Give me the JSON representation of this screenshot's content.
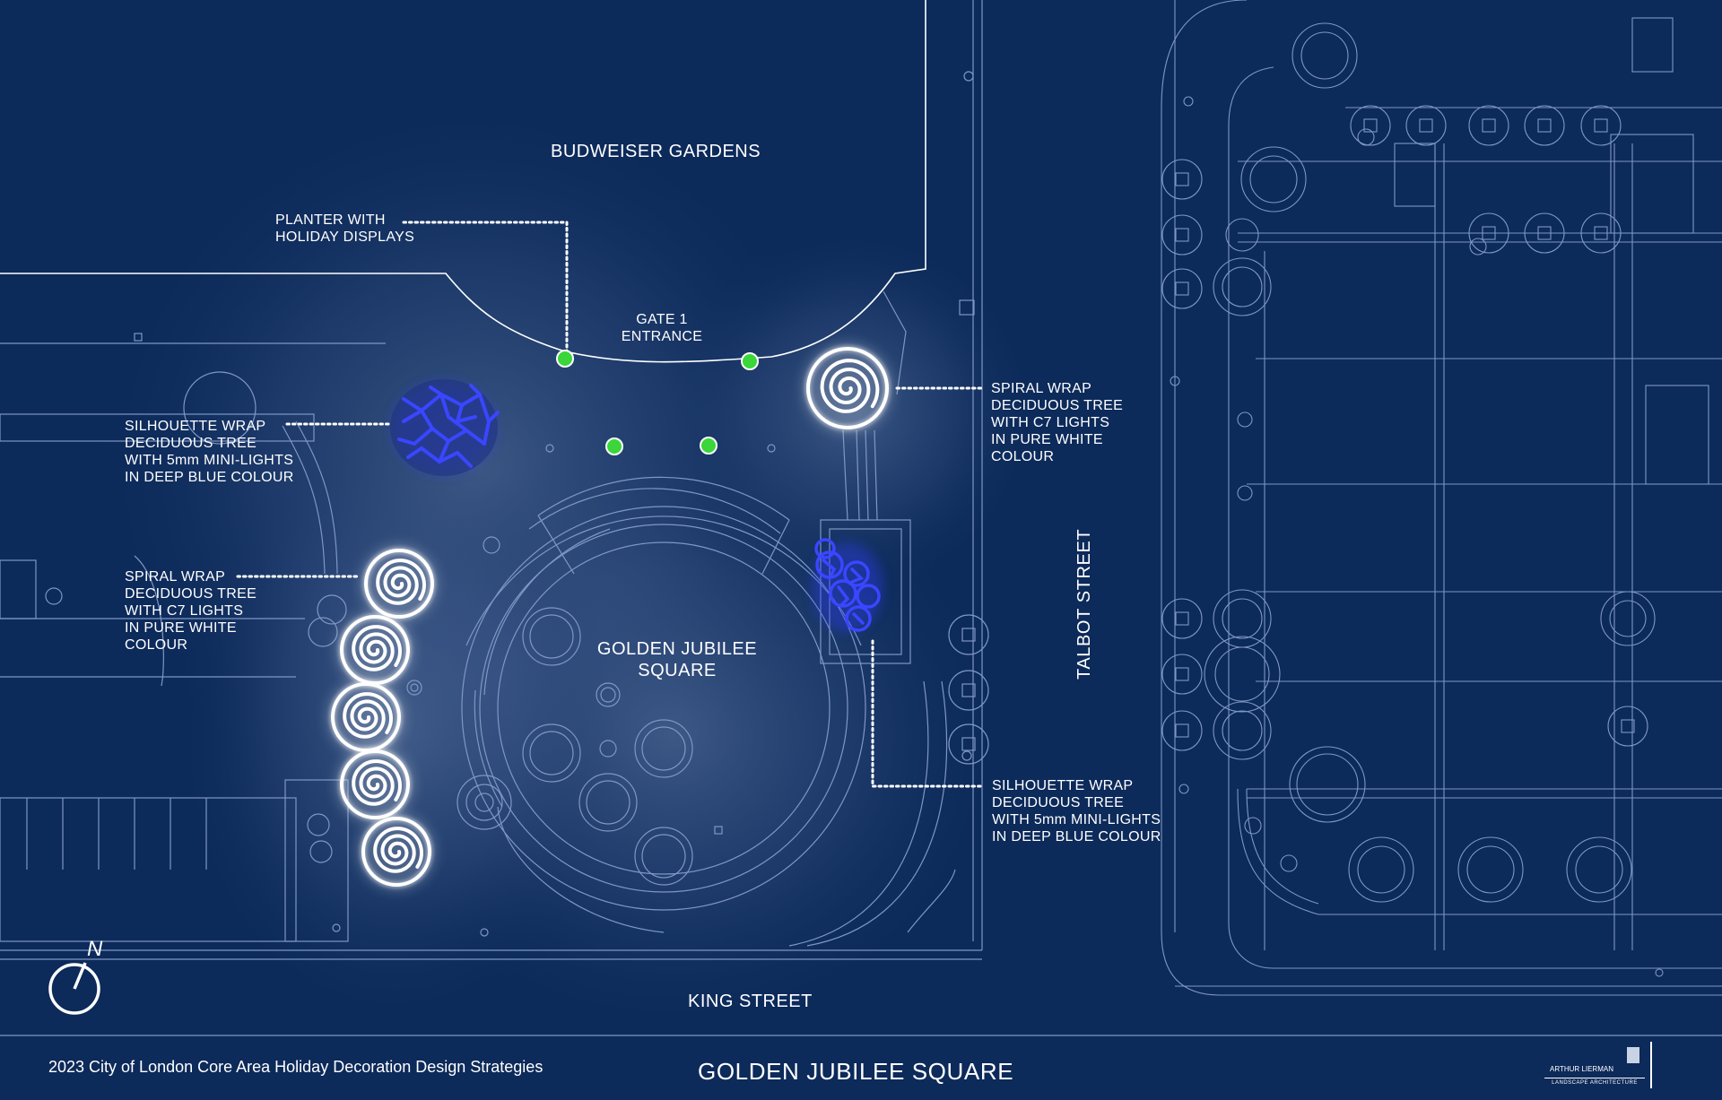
{
  "venue": "BUDWEISER GARDENS",
  "entrance": "GATE 1\nENTRANCE",
  "square": "GOLDEN JUBILEE\nSQUARE",
  "streets": {
    "bottom": "KING STREET",
    "right": "TALBOT STREET"
  },
  "callouts": {
    "planter": "PLANTER WITH\nHOLIDAY DISPLAYS",
    "silhouette_left": "SILHOUETTE WRAP\nDECIDUOUS TREE\nWITH 5mm MINI-LIGHTS\nIN DEEP BLUE COLOUR",
    "spiral_left": "SPIRAL WRAP\nDECIDUOUS TREE\nWITH C7 LIGHTS\nIN PURE WHITE\nCOLOUR",
    "spiral_right": "SPIRAL WRAP\nDECIDUOUS TREE\nWITH C7 LIGHTS\nIN PURE WHITE\nCOLOUR",
    "silhouette_right": "SILHOUETTE WRAP\nDECIDUOUS TREE\nWITH 5mm MINI-LIGHTS\nIN DEEP BLUE COLOUR"
  },
  "compass": "N",
  "footer": {
    "left": "2023 City of London Core Area Holiday Decoration  Design Strategies",
    "title": "GOLDEN JUBILEE SQUARE"
  },
  "logo": {
    "name": "ARTHUR LIERMAN",
    "tagline": "LANDSCAPE ARCHITECTURE"
  },
  "colors": {
    "background": "#0c2a5a",
    "linework": "#7f97c4",
    "glow": "#9bb0d6",
    "planter_marker": "#3ad63a",
    "silhouette_lights": "#2d3cf0",
    "spiral_lights": "#ffffff"
  },
  "icons": [
    "north-arrow-icon",
    "spiral-tree-icon",
    "silhouette-tree-icon",
    "planter-marker-icon"
  ]
}
